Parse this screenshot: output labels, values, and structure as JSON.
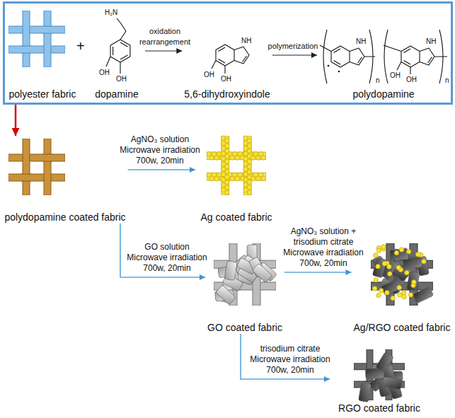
{
  "diagram": {
    "nodes": [
      {
        "text": [
          "+"
        ]
      },
      {
        "text": [
          "polyester fabric"
        ],
        "in": 0
      },
      {
        "text": [
          "dopamine"
        ],
        "in": 0
      },
      {
        "text": [
          "5,6-dihydroxyindole"
        ],
        "in": 0
      },
      {
        "text": [
          "polydopamine"
        ],
        "in": 0
      },
      {
        "text": [
          "polydopamine coated fabric"
        ]
      },
      {
        "text": [
          "Ag coated fabric"
        ]
      },
      {
        "text": [
          "GO coated fabric"
        ]
      },
      {
        "text": [
          "Ag/RGO coated fabric"
        ]
      },
      {
        "text": [
          "RGO coated fabric"
        ]
      }
    ],
    "edges": [
      {
        "from": 0,
        "to": 5,
        "arrow": "to"
      },
      {
        "from": 2,
        "to": 3,
        "label": "oxidation rearrangement",
        "arrow": "to"
      },
      {
        "from": 3,
        "to": 4,
        "label": "polymerization",
        "arrow": "to"
      },
      {
        "from": 5,
        "to": 6,
        "label": "AgNO₃ solution Microwave irradiation 700w, 20min",
        "arrow": "to"
      },
      {
        "from": 5,
        "to": 7,
        "label": "GO solution Microwave irradiation 700w, 20min",
        "arrow": "to"
      },
      {
        "from": 7,
        "to": 8,
        "label": "AgNO₃ solution + trisodium citrate Microwave irradiation 700w, 20min",
        "arrow": "to"
      },
      {
        "from": 7,
        "to": 9,
        "label": "trisodium citrate Microwave irradiation 700w, 20min",
        "arrow": "to"
      }
    ],
    "labels": [
      "H₂N",
      "OH",
      "OH",
      "NH",
      "OH",
      "OH",
      "NH",
      "n",
      "NH",
      "OH",
      "OH",
      "n"
    ]
  }
}
